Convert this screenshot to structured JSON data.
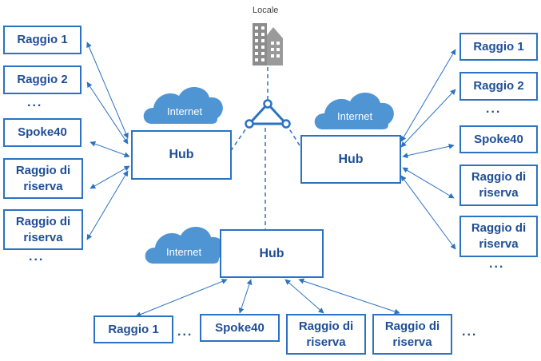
{
  "locale": {
    "label": "Locale"
  },
  "hubs": [
    {
      "id": "left",
      "label": "Hub",
      "cloud": "Internet"
    },
    {
      "id": "right",
      "label": "Hub",
      "cloud": "Internet"
    },
    {
      "id": "bottom",
      "label": "Hub",
      "cloud": "Internet"
    }
  ],
  "left_spokes": {
    "items": [
      "Raggio 1",
      "Raggio 2",
      "Spoke40",
      "Raggio di riserva",
      "Raggio di riserva"
    ],
    "ellipsis": "...",
    "ellipsis_end": "..."
  },
  "right_spokes": {
    "items": [
      "Raggio 1",
      "Raggio 2",
      "Spoke40",
      "Raggio di riserva",
      "Raggio di riserva"
    ],
    "ellipsis": "...",
    "ellipsis_end": "..."
  },
  "bottom_spokes": {
    "items": [
      "Raggio 1",
      "Spoke40",
      "Raggio di riserva",
      "Raggio di riserva"
    ],
    "ellipsis": "...",
    "ellipsis_end": "..."
  },
  "colors": {
    "line": "#2b72c2",
    "text": "#1f4e96",
    "cloud": "#4f94d3",
    "building": "#8c8c8c"
  }
}
